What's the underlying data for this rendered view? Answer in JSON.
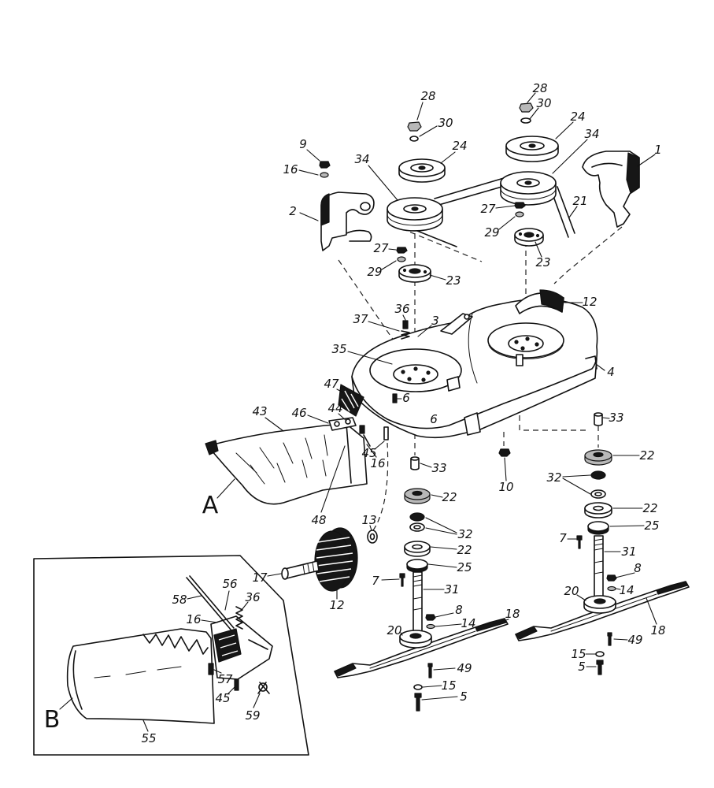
{
  "diagram": {
    "view_labels": {
      "detail_a": "A",
      "detail_b": "B"
    },
    "main_part_numbers": [
      "28",
      "30",
      "24",
      "34",
      "9",
      "16",
      "2",
      "27",
      "29",
      "23",
      "28",
      "30",
      "24",
      "34",
      "1",
      "27",
      "21",
      "29",
      "23",
      "12",
      "36",
      "37",
      "3",
      "35",
      "4",
      "47",
      "6",
      "43",
      "46",
      "44",
      "6",
      "33",
      "45",
      "16",
      "33",
      "22",
      "32",
      "10",
      "48",
      "22",
      "22",
      "13",
      "32",
      "25",
      "7",
      "22",
      "31",
      "17",
      "25",
      "8",
      "7",
      "31",
      "12",
      "14",
      "20",
      "8",
      "14",
      "18",
      "18",
      "20",
      "49",
      "15",
      "5",
      "49",
      "15",
      "5"
    ],
    "inset_b_part_numbers": [
      "56",
      "58",
      "36",
      "16",
      "57",
      "45",
      "59",
      "55"
    ]
  }
}
